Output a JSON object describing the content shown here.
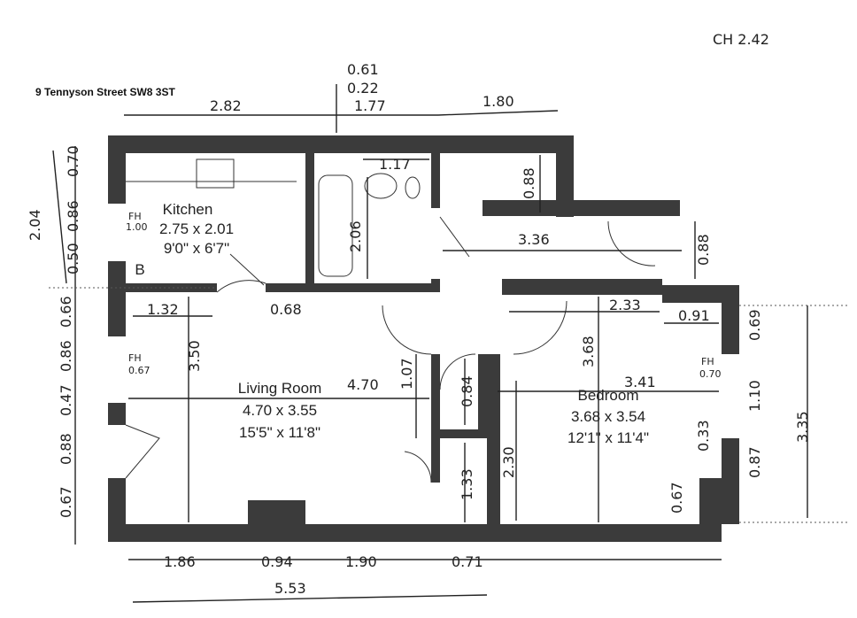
{
  "header": {
    "address": "9 Tennyson Street SW8 3ST",
    "ceiling_height": "CH 2.42"
  },
  "rooms": [
    {
      "name": "Kitchen",
      "metric": "2.75 x 2.01",
      "imperial": "9'0\" x 6'7\""
    },
    {
      "name": "Living Room",
      "metric": "4.70 x 3.55",
      "imperial": "15'5\" x 11'8\""
    },
    {
      "name": "Bedroom",
      "metric": "3.68 x 3.54",
      "imperial": "12'1\" x 11'4\""
    }
  ],
  "labels": {
    "boiler": "B",
    "fh_kitchen": "FH",
    "fh_kitchen_val": "1.00",
    "fh_living": "FH",
    "fh_living_val": "0.67",
    "fh_bed": "FH",
    "fh_bed_val": "0.70"
  },
  "dimensions": {
    "top_282": "2.82",
    "top_177": "1.77",
    "top_180": "1.80",
    "top_061": "0.61",
    "top_022": "0.22",
    "left_204": "2.04",
    "left_070": "0.70",
    "left_086": "0.86",
    "left_050": "0.50",
    "left_066": "0.66",
    "left_086b": "0.86",
    "left_047": "0.47",
    "left_088": "0.88",
    "left_067": "0.67",
    "bath_117": "1.17",
    "bath_206": "2.06",
    "store_088": "0.88",
    "hall_336": "3.36",
    "hall_088": "0.88",
    "liv_132": "1.32",
    "liv_068": "0.68",
    "liv_350": "3.50",
    "liv_470": "4.70",
    "liv_107": "1.07",
    "cup_084": "0.84",
    "cup_133": "1.33",
    "bed_233": "2.33",
    "bed_091": "0.91",
    "bed_368": "3.68",
    "bed_341": "3.41",
    "bed_230": "2.30",
    "bed_033": "0.33",
    "bed_067": "0.67",
    "right_069": "0.69",
    "right_110": "1.10",
    "right_087": "0.87",
    "right_335": "3.35",
    "bot_186": "1.86",
    "bot_094": "0.94",
    "bot_190": "1.90",
    "bot_071": "0.71",
    "bot_553": "5.53"
  }
}
